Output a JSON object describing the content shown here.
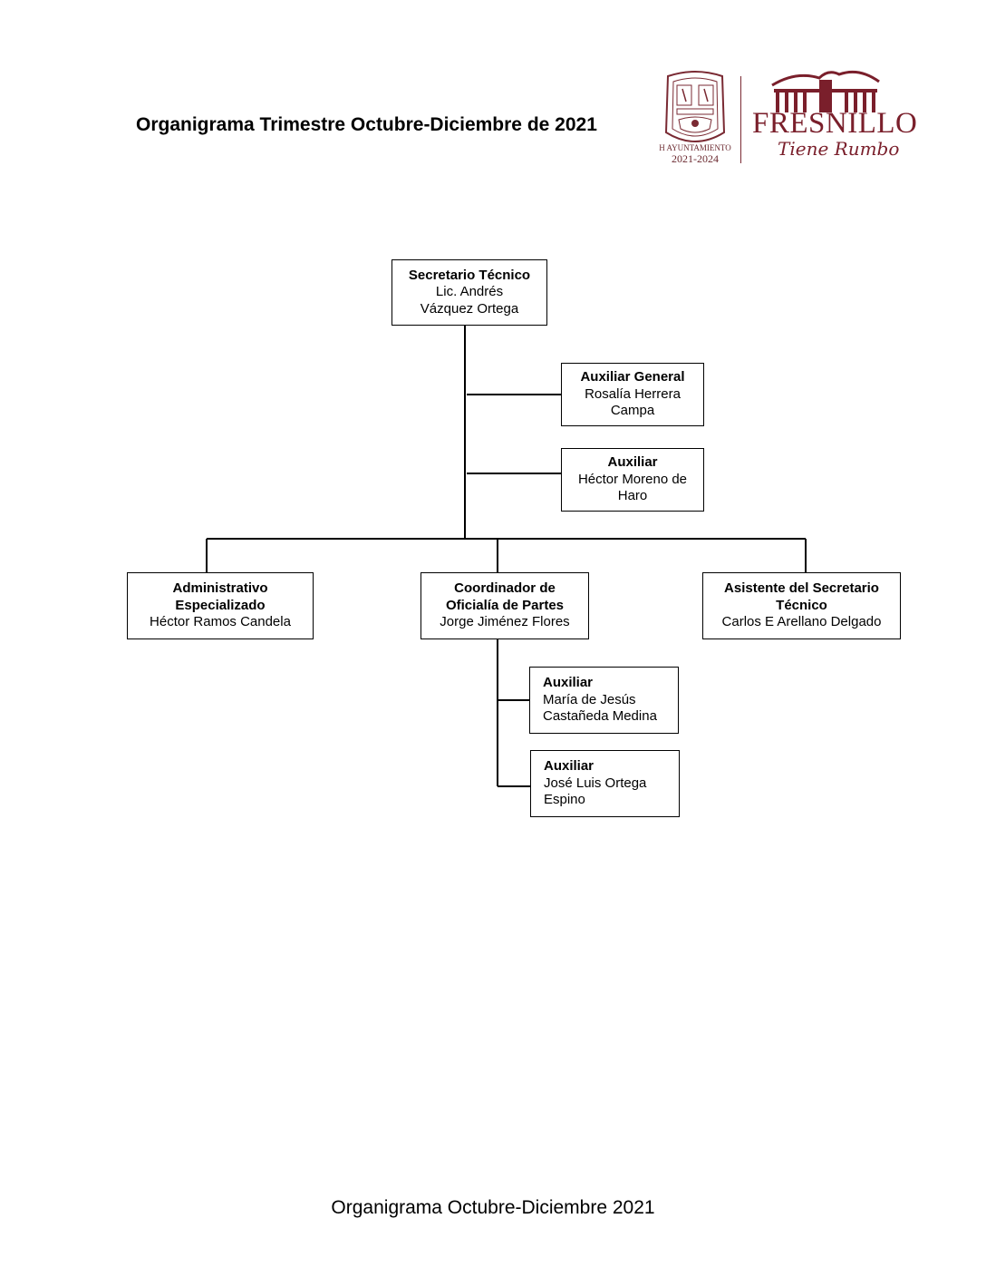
{
  "document": {
    "title": "Organigrama Trimestre Octubre-Diciembre de 2021",
    "footer": "Organigrama Octubre-Diciembre 2021"
  },
  "logo": {
    "seal_text_line1": "H AYUNTAMIENTO",
    "seal_text_line2": "2021-2024",
    "brand_name": "FRESNILLO",
    "brand_tagline": "Tiene Rumbo",
    "colors": {
      "brand": "#7a1f2b"
    }
  },
  "org": {
    "head": {
      "role": "Secretario Técnico",
      "person": [
        "Lic. Andrés",
        "Vázquez Ortega"
      ]
    },
    "aux_general": {
      "role": "Auxiliar General",
      "person": [
        "Rosalía Herrera",
        "Campa"
      ]
    },
    "aux_1": {
      "role": "Auxiliar",
      "person": [
        "Héctor Moreno de",
        "Haro"
      ]
    },
    "administrativo": {
      "role": [
        "Administrativo",
        "Especializado"
      ],
      "person": "Héctor Ramos Candela"
    },
    "coordinador": {
      "role": [
        "Coordinador de",
        "Oficialía de Partes"
      ],
      "person": "Jorge Jiménez Flores"
    },
    "asistente": {
      "role": [
        "Asistente del Secretario",
        "Técnico"
      ],
      "person": "Carlos E Arellano Delgado"
    },
    "aux_2": {
      "role": "Auxiliar",
      "person": [
        "María de Jesús",
        "Castañeda Medina"
      ]
    },
    "aux_3": {
      "role": "Auxiliar",
      "person": [
        "José Luis Ortega",
        "Espino"
      ]
    }
  }
}
